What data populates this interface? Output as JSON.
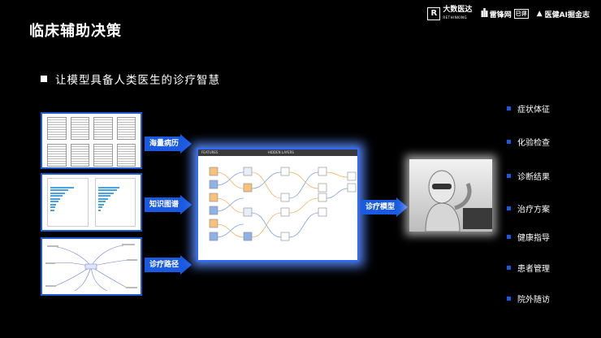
{
  "title": "临床辅助决策",
  "logos": {
    "brand1": "大数医达",
    "brand1_sub": "RETHINKING",
    "brand1_mark": "R",
    "brand2": "雷锋网",
    "brand2_tag": "已评",
    "brand3": "医健AI掘金志"
  },
  "main_point": "让模型具备人类医生的诊疗智慧",
  "arrows": [
    {
      "label": "海量病历"
    },
    {
      "label": "知识图谱"
    },
    {
      "label": "诊疗路径"
    },
    {
      "label": "诊疗模型"
    }
  ],
  "nn_panel": {
    "header": "FEATURES",
    "hidden": "HIDDEN LAYERS"
  },
  "outputs": [
    "症状体征",
    "化验检查",
    "诊断结果",
    "治疗方案",
    "健康指导",
    "患者管理",
    "院外随访"
  ],
  "colors": {
    "arrow": "#1a5ae0",
    "accent": "#2f6bff"
  }
}
